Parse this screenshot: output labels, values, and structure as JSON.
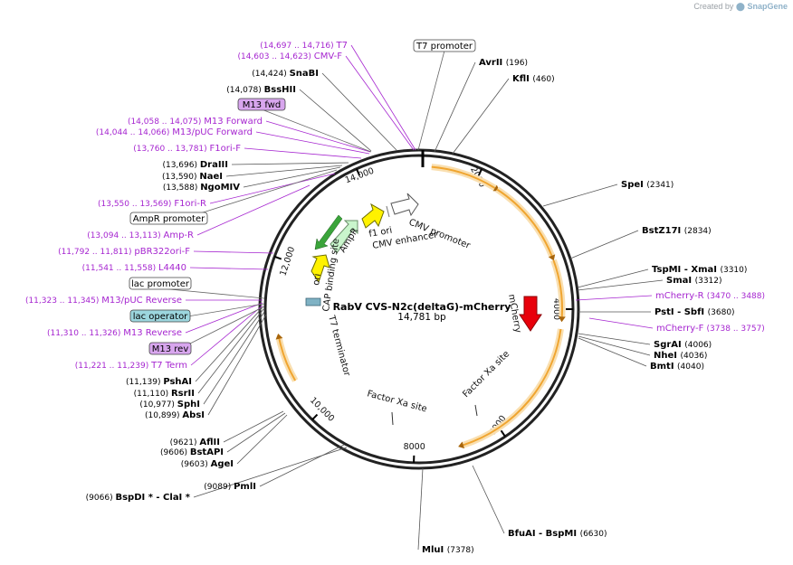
{
  "watermark": {
    "prefix": "Created by",
    "brand": "SnapGene"
  },
  "plasmid": {
    "name": "RabV CVS-N2c(deltaG)-mCherry",
    "length_label": "14,781 bp"
  },
  "ticks": [
    "2000",
    "4000",
    "6000",
    "8000",
    "10,000",
    "12,000",
    "14,000"
  ],
  "features": [
    {
      "id": "t7promoter-box",
      "label": "T7 promoter",
      "boxed": true,
      "color": "#ffffff"
    },
    {
      "id": "m13fwd-box",
      "label": "M13 fwd",
      "boxed": true,
      "color": "#d8a6ee"
    },
    {
      "id": "amprpromoter-box",
      "label": "AmpR promoter",
      "boxed": true,
      "color": "#ffffff"
    },
    {
      "id": "lacpromoter-box",
      "label": "lac promoter",
      "boxed": true,
      "color": "#ffffff"
    },
    {
      "id": "lacoperator-box",
      "label": "lac operator",
      "boxed": true,
      "color": "#9cd6de"
    },
    {
      "id": "m13rev-box",
      "label": "M13 rev",
      "boxed": true,
      "color": "#d8a6ee"
    }
  ],
  "inner_labels": {
    "cmv_promoter": "CMV promoter",
    "f1_ori": "f1 ori",
    "cmv_enhancer": "CMV enhancer",
    "ampr": "AmpR",
    "ori": "ori",
    "cap_binding": "CAP binding site",
    "t7_terminator": "T7 terminator",
    "mcherry": "mCherry",
    "factor_xa_1": "Factor Xa site",
    "factor_xa_2": "Factor Xa site"
  },
  "left_labels": [
    {
      "coord": "(14,697 .. 14,716)",
      "name": "T7",
      "kind": "primer"
    },
    {
      "coord": "(14,603 .. 14,623)",
      "name": "CMV-F",
      "kind": "primer"
    },
    {
      "coord": "(14,424)",
      "name": "SnaBI",
      "kind": "site"
    },
    {
      "coord": "(14,078)",
      "name": "BssHII",
      "kind": "site"
    },
    {
      "coord": "(14,058 .. 14,075)",
      "name": "M13 Forward",
      "kind": "primer"
    },
    {
      "coord": "(14,044 .. 14,066)",
      "name": "M13/pUC Forward",
      "kind": "primer"
    },
    {
      "coord": "(13,760 .. 13,781)",
      "name": "F1ori-F",
      "kind": "primer"
    },
    {
      "coord": "(13,696)",
      "name": "DraIII",
      "kind": "site"
    },
    {
      "coord": "(13,590)",
      "name": "NaeI",
      "kind": "site"
    },
    {
      "coord": "(13,588)",
      "name": "NgoMIV",
      "kind": "site"
    },
    {
      "coord": "(13,550 .. 13,569)",
      "name": "F1ori-R",
      "kind": "primer"
    },
    {
      "coord": "(13,094 .. 13,113)",
      "name": "Amp-R",
      "kind": "primer"
    },
    {
      "coord": "(11,792 .. 11,811)",
      "name": "pBR322ori-F",
      "kind": "primer"
    },
    {
      "coord": "(11,541 .. 11,558)",
      "name": "L4440",
      "kind": "primer"
    },
    {
      "coord": "(11,323 .. 11,345)",
      "name": "M13/pUC Reverse",
      "kind": "primer"
    },
    {
      "coord": "(11,310 .. 11,326)",
      "name": "M13 Reverse",
      "kind": "primer"
    },
    {
      "coord": "(11,221 .. 11,239)",
      "name": "T7 Term",
      "kind": "primer"
    },
    {
      "coord": "(11,139)",
      "name": "PshAI",
      "kind": "site"
    },
    {
      "coord": "(11,110)",
      "name": "RsrII",
      "kind": "site"
    },
    {
      "coord": "(10,977)",
      "name": "SphI",
      "kind": "site"
    },
    {
      "coord": "(10,899)",
      "name": "AbsI",
      "kind": "site"
    },
    {
      "coord": "(9621)",
      "name": "AflII",
      "kind": "site"
    },
    {
      "coord": "(9606)",
      "name": "BstAPI",
      "kind": "site"
    },
    {
      "coord": "(9603)",
      "name": "AgeI",
      "kind": "site"
    },
    {
      "coord": "(9089)",
      "name": "PmlI",
      "kind": "site"
    },
    {
      "coord": "(9066)",
      "name": "BspDI * - ClaI *",
      "kind": "site"
    }
  ],
  "right_labels": [
    {
      "name": "AvrII",
      "coord": "(196)",
      "kind": "site"
    },
    {
      "name": "KflI",
      "coord": "(460)",
      "kind": "site"
    },
    {
      "name": "SpeI",
      "coord": "(2341)",
      "kind": "site"
    },
    {
      "name": "BstZ17I",
      "coord": "(2834)",
      "kind": "site"
    },
    {
      "name": "TspMI - XmaI",
      "coord": "(3310)",
      "kind": "site"
    },
    {
      "name": "SmaI",
      "coord": "(3312)",
      "kind": "site"
    },
    {
      "name": "mCherry-R",
      "coord": "(3470 .. 3488)",
      "kind": "primer"
    },
    {
      "name": "PstI - SbfI",
      "coord": "(3680)",
      "kind": "site"
    },
    {
      "name": "mCherry-F",
      "coord": "(3738 .. 3757)",
      "kind": "primer"
    },
    {
      "name": "SgrAI",
      "coord": "(4006)",
      "kind": "site"
    },
    {
      "name": "NheI",
      "coord": "(4036)",
      "kind": "site"
    },
    {
      "name": "BmtI",
      "coord": "(4040)",
      "kind": "site"
    },
    {
      "name": "BfuAI - BspMI",
      "coord": "(6630)",
      "kind": "site"
    },
    {
      "name": "MluI",
      "coord": "(7378)",
      "kind": "site"
    }
  ],
  "colors": {
    "backbone": "#222222",
    "primer": "#a626d0",
    "orange_arc": "#f0a530",
    "orange_glow": "#f9dfb0",
    "mcherry_arrow": "#e8000b",
    "ampr_arrow": "#c9f5cc",
    "green_arrow": "#3aa43a",
    "yellow": "#fff200"
  }
}
